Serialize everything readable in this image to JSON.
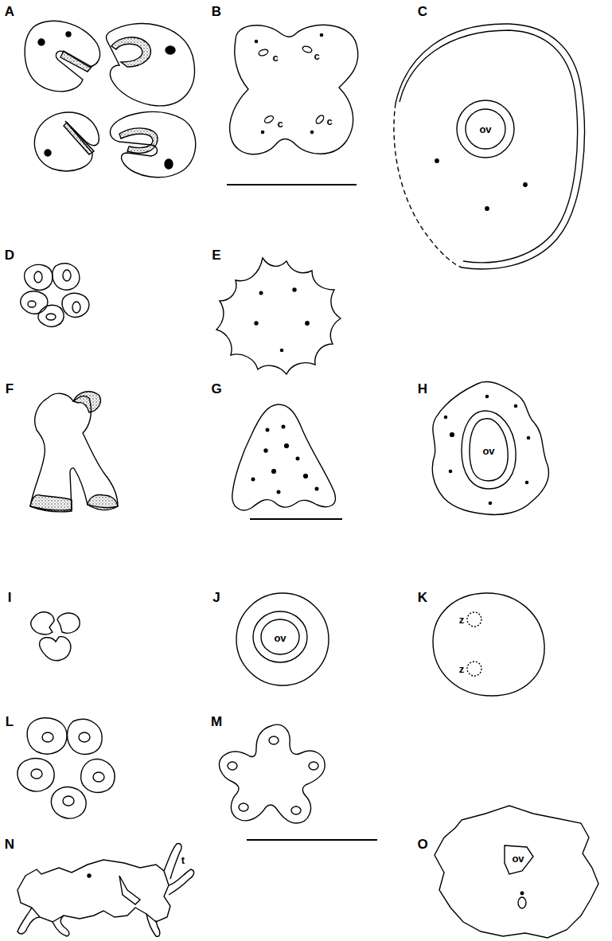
{
  "diagram": {
    "labels": [
      "A",
      "B",
      "C",
      "c",
      "c",
      "c",
      "c",
      "ov",
      "D",
      "E",
      "F",
      "G",
      "H",
      "ov",
      "I",
      "J",
      "ov",
      "K",
      "z",
      "z",
      "L",
      "M",
      "N",
      "t",
      "O",
      "ov"
    ]
  }
}
